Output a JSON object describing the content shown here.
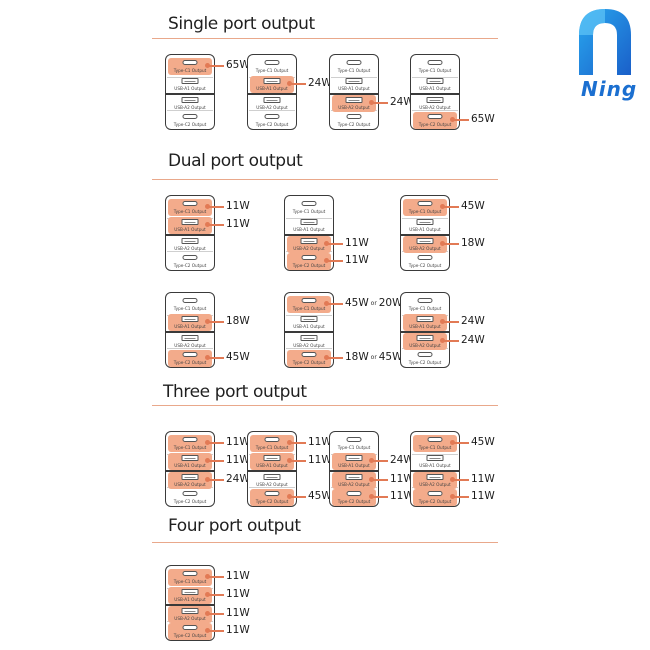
{
  "brand": {
    "name": "Ning",
    "color": "#1b6fd0",
    "icon": "arch-logo-icon"
  },
  "accent_color": "#f3ab8b",
  "port_labels": {
    "c1": "Type-C1 Output",
    "a1": "USB-A1 Output",
    "a2": "USB-A2 Output",
    "c2": "Type-C2 Output"
  },
  "sections": [
    {
      "title": "Single port output",
      "chargers": [
        {
          "active": [
            "c1"
          ],
          "labels": {
            "c1": "65W"
          }
        },
        {
          "active": [
            "a1"
          ],
          "labels": {
            "a1": "24W"
          }
        },
        {
          "active": [
            "a2"
          ],
          "labels": {
            "a2": "24W"
          }
        },
        {
          "active": [
            "c2"
          ],
          "labels": {
            "c2": "65W"
          }
        }
      ]
    },
    {
      "title": "Dual port output",
      "chargers": [
        {
          "active": [
            "c1",
            "a1"
          ],
          "labels": {
            "c1": "11W",
            "a1": "11W"
          }
        },
        {
          "active": [
            "a2",
            "c2"
          ],
          "labels": {
            "a2": "11W",
            "c2": "11W"
          }
        },
        {
          "active": [
            "c1",
            "a2"
          ],
          "labels": {
            "c1": "45W",
            "a2": "18W"
          }
        },
        {
          "active": [
            "a1",
            "c2"
          ],
          "labels": {
            "a1": "18W",
            "c2": "45W"
          }
        },
        {
          "active": [
            "c1",
            "c2"
          ],
          "labels": {
            "c1": "45W",
            "c2": "18W"
          },
          "alt": {
            "c1": "20W",
            "c2": "45W"
          },
          "or_word": "or"
        },
        {
          "active": [
            "a1",
            "a2"
          ],
          "labels": {
            "a1": "24W",
            "a2": "24W"
          }
        }
      ]
    },
    {
      "title": "Three port output",
      "chargers": [
        {
          "active": [
            "c1",
            "a1",
            "a2"
          ],
          "labels": {
            "c1": "11W",
            "a1": "11W",
            "a2": "24W"
          }
        },
        {
          "active": [
            "c1",
            "a1",
            "c2"
          ],
          "labels": {
            "c1": "11W",
            "a1": "11W",
            "c2": "45W"
          }
        },
        {
          "active": [
            "a1",
            "a2",
            "c2"
          ],
          "labels": {
            "a1": "24W",
            "a2": "11W",
            "c2": "11W"
          }
        },
        {
          "active": [
            "c1",
            "a2",
            "c2"
          ],
          "labels": {
            "c1": "45W",
            "a2": "11W",
            "c2": "11W"
          }
        }
      ]
    },
    {
      "title": "Four port output",
      "chargers": [
        {
          "active": [
            "c1",
            "a1",
            "a2",
            "c2"
          ],
          "labels": {
            "c1": "11W",
            "a1": "11W",
            "a2": "11W",
            "c2": "11W"
          }
        }
      ]
    }
  ]
}
